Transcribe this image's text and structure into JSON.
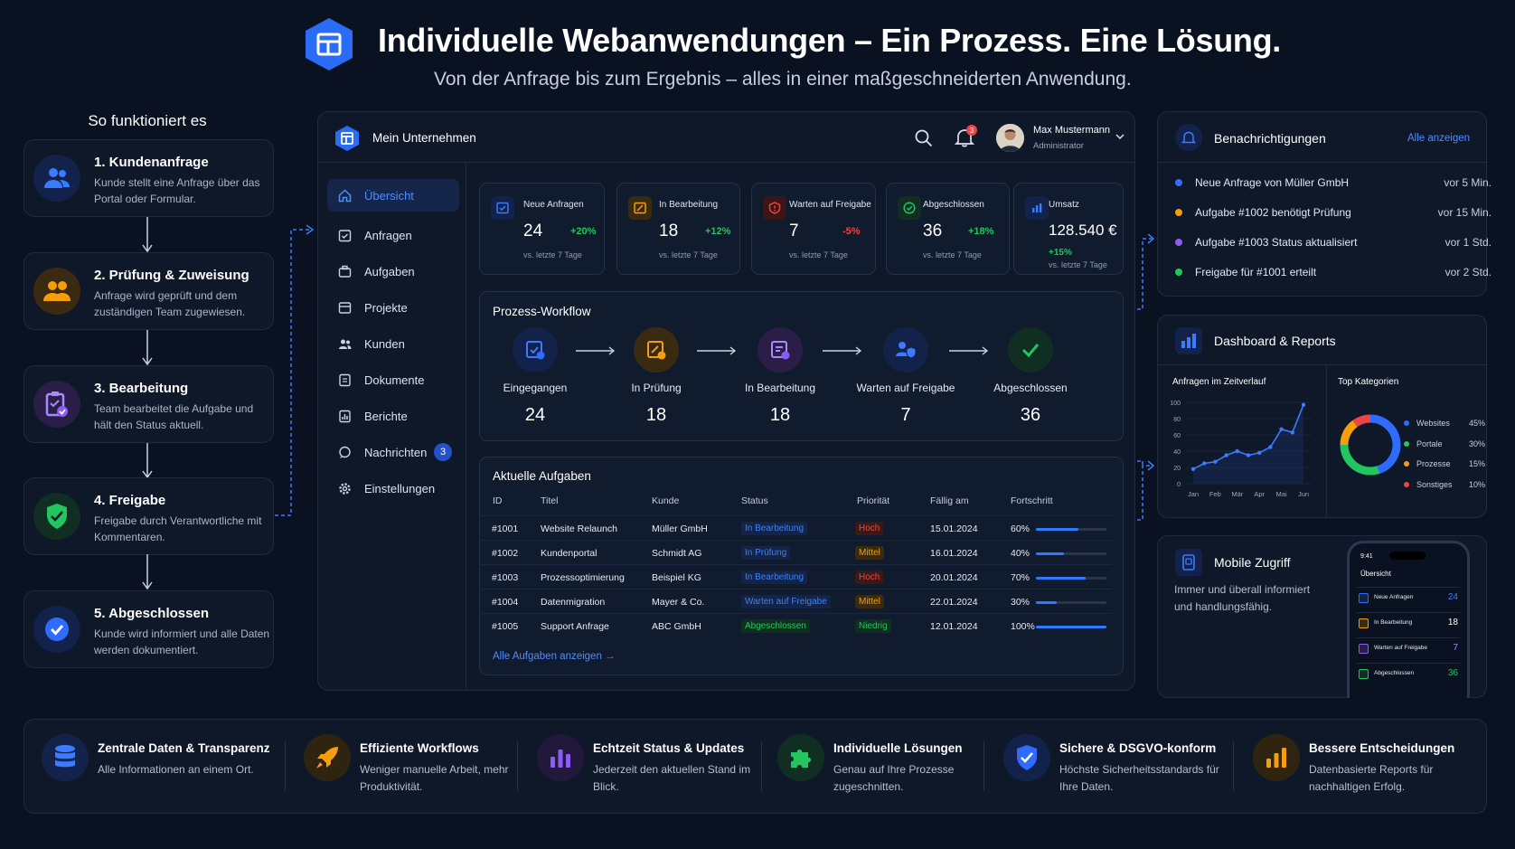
{
  "header": {
    "title": "Individuelle Webanwendungen – Ein Prozess. Eine Lösung.",
    "subtitle": "Von der Anfrage bis zum Ergebnis – alles in einer maßgeschneiderten Anwendung."
  },
  "steps": {
    "title": "So funktioniert es",
    "items": [
      {
        "title": "1. Kundenanfrage",
        "desc": "Kunde stellt eine Anfrage über das Portal oder Formular.",
        "color": "#2f6bff",
        "icon": "users-icon"
      },
      {
        "title": "2. Prüfung & Zuweisung",
        "desc": "Anfrage wird geprüft und dem zuständigen Team zugewiesen.",
        "color": "#f59e0b",
        "icon": "team-icon"
      },
      {
        "title": "3. Bearbeitung",
        "desc": "Team bearbeitet die Aufgabe und hält den Status aktuell.",
        "color": "#8b5cf6",
        "icon": "clipboard-check-icon"
      },
      {
        "title": "4. Freigabe",
        "desc": "Freigabe durch Verantwortliche mit Kommentaren.",
        "color": "#22c55e",
        "icon": "shield-check-icon"
      },
      {
        "title": "5. Abgeschlossen",
        "desc": "Kunde wird informiert und alle Daten werden dokumentiert.",
        "color": "#2f6bff",
        "icon": "check-badge-icon"
      }
    ]
  },
  "app": {
    "company": "Mein Unternehmen",
    "notification_count": "3",
    "user": {
      "name": "Max Mustermann",
      "role": "Administrator"
    },
    "nav": [
      {
        "label": "Übersicht",
        "icon": "home-icon",
        "active": true
      },
      {
        "label": "Anfragen",
        "icon": "inbox-icon"
      },
      {
        "label": "Aufgaben",
        "icon": "tasks-icon"
      },
      {
        "label": "Projekte",
        "icon": "projects-icon"
      },
      {
        "label": "Kunden",
        "icon": "customers-icon"
      },
      {
        "label": "Dokumente",
        "icon": "documents-icon"
      },
      {
        "label": "Berichte",
        "icon": "reports-icon"
      },
      {
        "label": "Nachrichten",
        "icon": "messages-icon",
        "badge": "3"
      },
      {
        "label": "Einstellungen",
        "icon": "settings-icon"
      }
    ],
    "stats": [
      {
        "label": "Neue Anfragen",
        "value": "24",
        "delta": "+20%",
        "note": "vs. letzte 7 Tage",
        "color": "#2f6bff",
        "delta_color": "#22c55e"
      },
      {
        "label": "In Bearbeitung",
        "value": "18",
        "delta": "+12%",
        "note": "vs. letzte 7 Tage",
        "color": "#f59e0b",
        "delta_color": "#22c55e"
      },
      {
        "label": "Warten auf Freigabe",
        "value": "7",
        "delta": "-5%",
        "note": "vs. letzte 7 Tage",
        "color": "#ef4444",
        "delta_color": "#ef4444"
      },
      {
        "label": "Abgeschlossen",
        "value": "36",
        "delta": "+18%",
        "note": "vs. letzte 7 Tage",
        "color": "#22c55e",
        "delta_color": "#22c55e"
      },
      {
        "label": "Umsatz",
        "value": "128.540 €",
        "delta": "+15%",
        "note": "vs. letzte 7 Tage",
        "color": "#2f6bff",
        "delta_color": "#22c55e"
      }
    ],
    "workflow": {
      "title": "Prozess-Workflow",
      "nodes": [
        {
          "label": "Eingegangen",
          "value": "24",
          "color": "#2f6bff"
        },
        {
          "label": "In Prüfung",
          "value": "18",
          "color": "#f59e0b"
        },
        {
          "label": "In Bearbeitung",
          "value": "18",
          "color": "#8b5cf6"
        },
        {
          "label": "Warten auf Freigabe",
          "value": "7",
          "color": "#2f6bff"
        },
        {
          "label": "Abgeschlossen",
          "value": "36",
          "color": "#22c55e"
        }
      ]
    },
    "tasks": {
      "title": "Aktuelle Aufgaben",
      "columns": [
        "ID",
        "Titel",
        "Kunde",
        "Status",
        "Priorität",
        "Fällig am",
        "Fortschritt"
      ],
      "rows": [
        {
          "id": "#1001",
          "title": "Website Relaunch",
          "customer": "Müller GmbH",
          "status": "In Bearbeitung",
          "status_color": "#3b82f6",
          "priority": "Hoch",
          "priority_color": "#ef4444",
          "due": "15.01.2024",
          "progress": "60%",
          "progress_value": 60
        },
        {
          "id": "#1002",
          "title": "Kundenportal",
          "customer": "Schmidt AG",
          "status": "In Prüfung",
          "status_color": "#3b82f6",
          "priority": "Mittel",
          "priority_color": "#f59e0b",
          "due": "16.01.2024",
          "progress": "40%",
          "progress_value": 40
        },
        {
          "id": "#1003",
          "title": "Prozessoptimierung",
          "customer": "Beispiel KG",
          "status": "In Bearbeitung",
          "status_color": "#3b82f6",
          "priority": "Hoch",
          "priority_color": "#ef4444",
          "due": "20.01.2024",
          "progress": "70%",
          "progress_value": 70
        },
        {
          "id": "#1004",
          "title": "Datenmigration",
          "customer": "Mayer & Co.",
          "status": "Warten auf Freigabe",
          "status_color": "#3b82f6",
          "priority": "Mittel",
          "priority_color": "#f59e0b",
          "due": "22.01.2024",
          "progress": "30%",
          "progress_value": 30
        },
        {
          "id": "#1005",
          "title": "Support Anfrage",
          "customer": "ABC GmbH",
          "status": "Abgeschlossen",
          "status_color": "#22c55e",
          "priority": "Niedrig",
          "priority_color": "#22c55e",
          "due": "12.01.2024",
          "progress": "100%",
          "progress_value": 100
        }
      ],
      "link": "Alle Aufgaben anzeigen"
    }
  },
  "notifications": {
    "title": "Benachrichtigungen",
    "link": "Alle anzeigen",
    "items": [
      {
        "text": "Neue Anfrage von Müller GmbH",
        "time": "vor 5 Min.",
        "color": "#2f6bff"
      },
      {
        "text": "Aufgabe #1002 benötigt Prüfung",
        "time": "vor 15 Min.",
        "color": "#f59e0b"
      },
      {
        "text": "Aufgabe #1003 Status aktualisiert",
        "time": "vor 1 Std.",
        "color": "#8b5cf6"
      },
      {
        "text": "Freigabe für #1001 erteilt",
        "time": "vor 2 Std.",
        "color": "#22c55e"
      }
    ]
  },
  "reports": {
    "title": "Dashboard & Reports",
    "line_title": "Anfragen im Zeitverlauf",
    "donut_title": "Top Kategorien"
  },
  "chart_data": [
    {
      "type": "line",
      "title": "Anfragen im Zeitverlauf",
      "x": [
        "Jan",
        "Feb",
        "Mär",
        "Apr",
        "Mai",
        "Jun"
      ],
      "y_ticks": [
        0,
        20,
        40,
        60,
        80,
        100
      ],
      "ylim": [
        0,
        100
      ],
      "points": [
        [
          0,
          18
        ],
        [
          0.5,
          25
        ],
        [
          1,
          27
        ],
        [
          1.5,
          35
        ],
        [
          2,
          40
        ],
        [
          2.5,
          35
        ],
        [
          3,
          38
        ],
        [
          3.5,
          45
        ],
        [
          4,
          67
        ],
        [
          4.5,
          63
        ],
        [
          5,
          97
        ]
      ]
    },
    {
      "type": "pie",
      "title": "Top Kategorien",
      "labels": [
        "Websites",
        "Portale",
        "Prozesse",
        "Sonstiges"
      ],
      "values": [
        45,
        30,
        15,
        10
      ],
      "value_labels": [
        "45%",
        "30%",
        "15%",
        "10%"
      ],
      "colors": [
        "#2f6bff",
        "#22c55e",
        "#f59e0b",
        "#ef4444"
      ]
    }
  ],
  "mobile": {
    "title": "Mobile Zugriff",
    "desc": "Immer und überall informiert und handlungsfähig.",
    "phone_time": "9:41",
    "phone_title": "Übersicht",
    "rows": [
      {
        "label": "Neue Anfragen",
        "value": "24",
        "color": "#2f6bff"
      },
      {
        "label": "In Bearbeitung",
        "value": "18",
        "color": "#f59e0b"
      },
      {
        "label": "Warten auf Freigabe",
        "value": "7",
        "color": "#8b5cf6"
      },
      {
        "label": "Abgeschlossen",
        "value": "36",
        "color": "#22c55e"
      }
    ]
  },
  "features": [
    {
      "title": "Zentrale Daten & Transparenz",
      "desc": "Alle Informationen an einem Ort.",
      "color": "#2f6bff",
      "icon": "database-icon"
    },
    {
      "title": "Effiziente Workflows",
      "desc": "Weniger manuelle Arbeit, mehr Produktivität.",
      "color": "#f59e0b",
      "icon": "rocket-icon"
    },
    {
      "title": "Echtzeit Status & Updates",
      "desc": "Jederzeit den aktuellen Stand im Blick.",
      "color": "#8b5cf6",
      "icon": "bar-chart-icon"
    },
    {
      "title": "Individuelle Lösungen",
      "desc": "Genau auf Ihre Prozesse zugeschnitten.",
      "color": "#22c55e",
      "icon": "puzzle-icon"
    },
    {
      "title": "Sichere & DSGVO-konform",
      "desc": "Höchste Sicherheitsstandards für Ihre Daten.",
      "color": "#2f6bff",
      "icon": "shield-check-icon"
    },
    {
      "title": "Bessere Entscheidungen",
      "desc": "Datenbasierte Reports für nachhaltigen Erfolg.",
      "color": "#f59e0b",
      "icon": "analytics-icon"
    }
  ]
}
